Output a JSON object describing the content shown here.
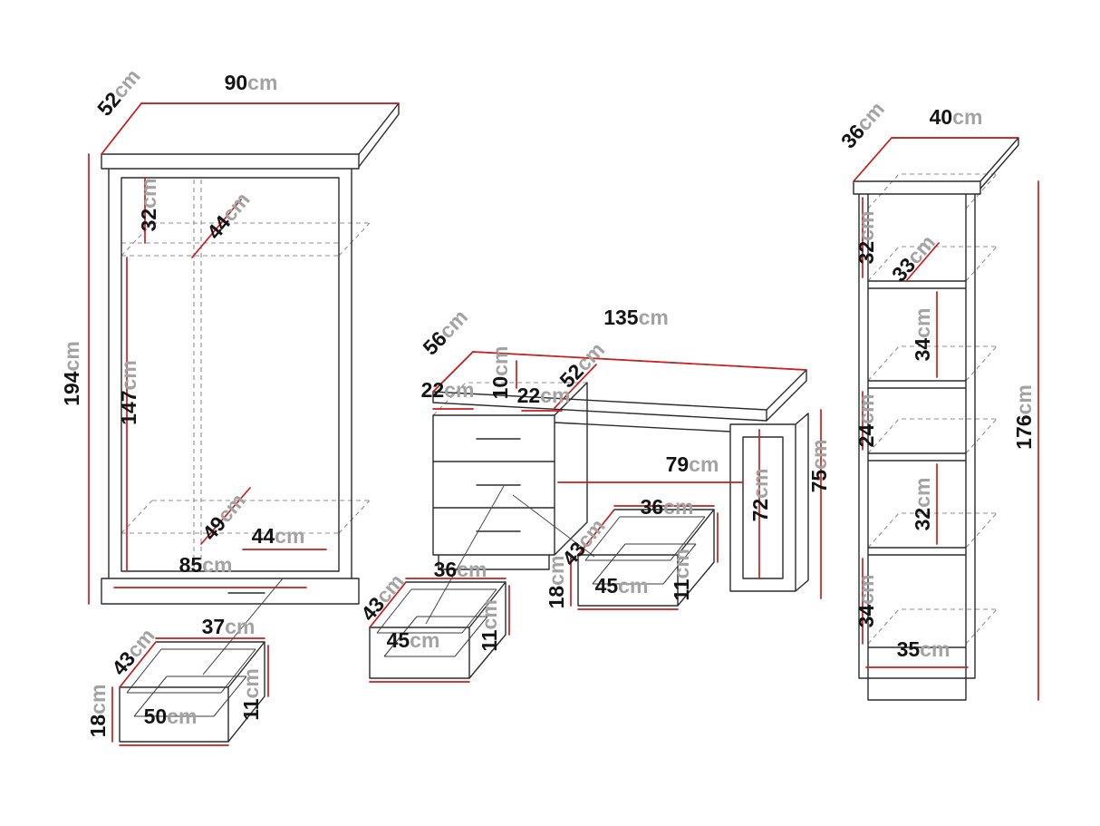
{
  "unit": "cm",
  "style": {
    "dimension_color": "#cc1f1f",
    "outline_color": "#2b2b2b",
    "hidden_line_color": "#8f8f8f"
  },
  "wardrobe": {
    "depth": "52",
    "width": "90",
    "top_height": "32",
    "top_shelf_depth": "44",
    "height": "194",
    "inner_height": "147",
    "bottom_shelf_height": "49",
    "bottom_shelf_depth": "44",
    "inner_width": "85",
    "drawer": {
      "depth": "43",
      "top_width": "37",
      "front_height": "18",
      "front_width": "50",
      "back_height": "11"
    }
  },
  "desk": {
    "depth": "56",
    "width": "135",
    "top_clearance": "10",
    "left_offset": "22",
    "right_offset": "22",
    "side_depth": "52",
    "knee_width": "79",
    "leg_height": "72",
    "height": "75",
    "drawer_mid": {
      "depth": "43",
      "top_width": "36",
      "front_width": "45",
      "back_height": "11"
    },
    "drawer_right": {
      "depth": "43",
      "top_width": "36",
      "front_height": "18",
      "front_width": "45",
      "back_height": "11"
    }
  },
  "bookcase": {
    "depth": "36",
    "width": "40",
    "shelf_depth": "33",
    "sections": [
      "32",
      "34",
      "24",
      "32",
      "34"
    ],
    "inner_width": "35",
    "height": "176"
  }
}
